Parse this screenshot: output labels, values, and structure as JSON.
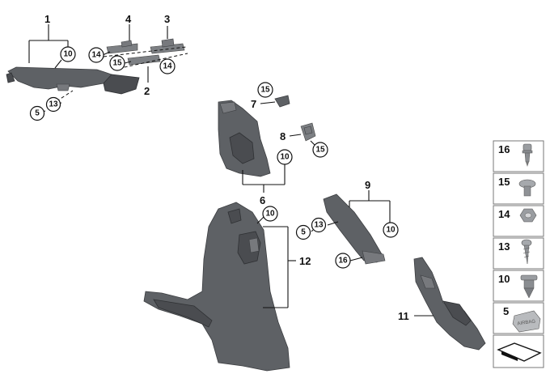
{
  "diagram": {
    "callouts": {
      "c1": "1",
      "c2": "2",
      "c3": "3",
      "c4": "4",
      "c5a": "5",
      "c6": "6",
      "c7": "7",
      "c8": "8",
      "c9": "9",
      "c11": "11",
      "c12": "12"
    },
    "circles": {
      "c10a": "10",
      "c13a": "13",
      "c14a": "14",
      "c14b": "14",
      "c15a": "15",
      "c15b": "15",
      "c15c": "15",
      "c10b": "10",
      "c10c": "10",
      "c5b": "5",
      "c13b": "13",
      "c10d": "10",
      "c16a": "16"
    },
    "legend": {
      "items": [
        "16",
        "15",
        "14",
        "13",
        "10",
        "5"
      ],
      "airbag_text": "AIRBAG"
    }
  }
}
